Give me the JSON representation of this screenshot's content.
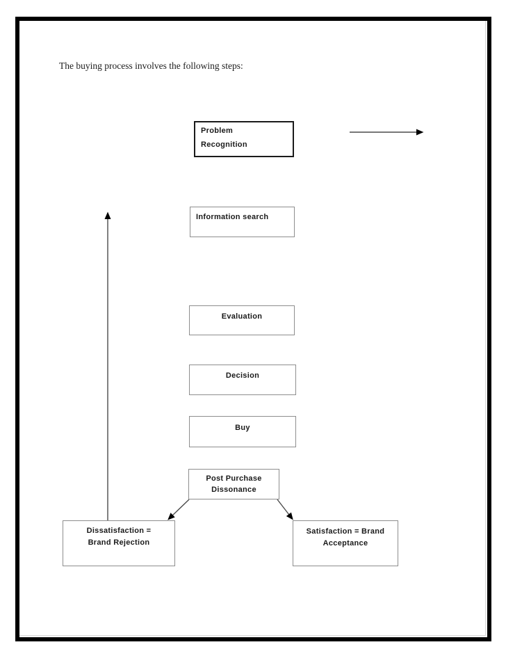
{
  "page": {
    "title": "The buying process involves the following steps:"
  },
  "diagram": {
    "boxes": [
      {
        "id": "problem-recognition",
        "lines": [
          "Problem",
          "Recognition"
        ]
      },
      {
        "id": "information-search",
        "lines": [
          "Information search"
        ]
      },
      {
        "id": "evaluation",
        "lines": [
          "Evaluation"
        ]
      },
      {
        "id": "decision",
        "lines": [
          "Decision"
        ]
      },
      {
        "id": "buy",
        "lines": [
          "Buy"
        ]
      },
      {
        "id": "post-purchase-dissonance",
        "lines": [
          "Post Purchase",
          "Dissonance"
        ]
      },
      {
        "id": "dissatisfaction",
        "lines": [
          "Dissatisfaction =",
          "Brand Rejection"
        ]
      },
      {
        "id": "satisfaction",
        "lines": [
          "Satisfaction = Brand",
          "Acceptance"
        ]
      }
    ],
    "arrows": [
      {
        "id": "right-arrow",
        "from": "problem-recognition",
        "direction": "right"
      },
      {
        "id": "feedback-arrow",
        "from": "dissatisfaction",
        "direction": "up"
      },
      {
        "id": "branch-left-arrow",
        "from": "post-purchase-dissonance",
        "to": "dissatisfaction"
      },
      {
        "id": "branch-right-arrow",
        "from": "post-purchase-dissonance",
        "to": "satisfaction"
      }
    ],
    "colors": {
      "page_frame": "#000000",
      "emphasis_border": "#1a1a1a",
      "box_border": "#8d8d8d",
      "arrow_line": "#4a4a4a",
      "arrow_head": "#000000",
      "text": "#1a1a1a"
    }
  }
}
